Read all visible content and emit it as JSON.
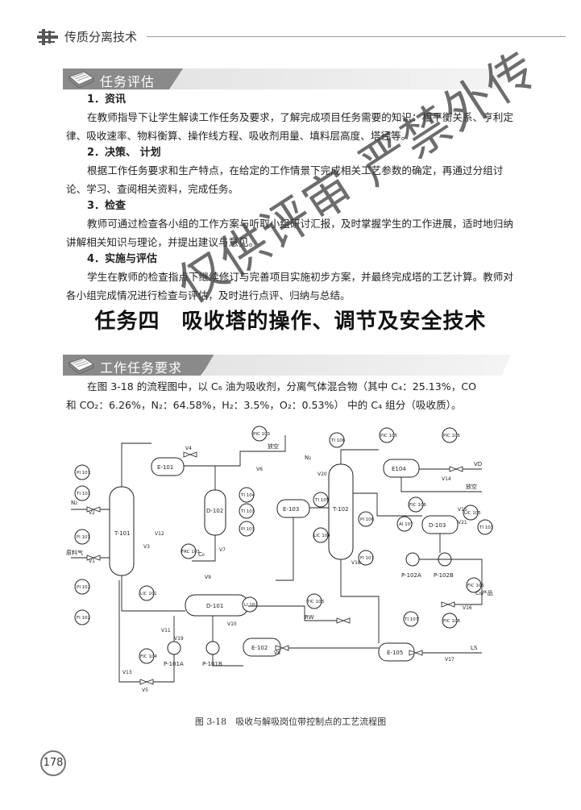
{
  "header": {
    "title": "传质分离技术"
  },
  "section1": {
    "title": "任务评估",
    "items": [
      {
        "heading": "1．资讯",
        "text": "在教师指导下让学生解读工作任务及要求，了解完成项目任务需要的知识：相平衡关系、亨利定律、吸收速率、物料衡算、操作线方程、吸收剂用量、填料层高度、塔径等。"
      },
      {
        "heading": "2．决策、 计划",
        "text": "根据工作任务要求和生产特点，在给定的工作情景下完成相关工艺参数的确定，再通过分组讨论、学习、查阅相关资料，完成任务。"
      },
      {
        "heading": "3．检查",
        "text": "教师可通过检查各小组的工作方案与听取小组研讨汇报，及时掌握学生的工作进展，适时地归纳讲解相关知识与理论，并提出建议与意见。"
      },
      {
        "heading": "4．实施与评估",
        "text": "学生在教师的检查指点下继续修订与完善项目实施初步方案，并最终完成塔的工艺计算。教师对各小组完成情况进行检查与评估，及时进行点评、归纳与总结。"
      }
    ]
  },
  "task": {
    "title": "任务四　吸收塔的操作、调节及安全技术"
  },
  "section2": {
    "title": "工作任务要求",
    "line1": "在图 3-18 的流程图中，以 C₆ 油为吸收剂，分离气体混合物（其中 C₄：25.13%，CO",
    "line2": "和 CO₂：6.26%，N₂：64.58%，H₂：3.5%，O₂：0.53%） 中的 C₄ 组分（吸收质）。"
  },
  "figure": {
    "caption": "图 3-18　吸收与解吸岗位带控制点的工艺流程图",
    "equipment": [
      "T-101",
      "E-101",
      "D-102",
      "D-101",
      "E-102",
      "P-101A",
      "P-101B",
      "E-103",
      "T-102",
      "E104",
      "D-103",
      "P-102A",
      "P-102B",
      "E-105"
    ],
    "instruments": [
      "PI 101",
      "TI 101",
      "FI 101",
      "PI 102",
      "FI 102",
      "LIC 101",
      "FIC 104",
      "PIC 103",
      "TI 104",
      "TI 103",
      "PI 103",
      "FRC 103",
      "LI 102",
      "TIC 103",
      "TI 106",
      "TI 105",
      "FIC 106",
      "LIC 104",
      "PI 106",
      "FI 107",
      "PIC 105",
      "TI 107",
      "AI 107",
      "FIC 105",
      "LIC 105",
      "TIC 107",
      "FIC 108",
      "TI 103"
    ],
    "streams": [
      "原料气",
      "N₂",
      "放空",
      "RW",
      "LS",
      "VD",
      "C₆",
      "C₆产品"
    ],
    "valves": [
      "V1",
      "V2",
      "V3",
      "V4",
      "V5",
      "V6",
      "V7",
      "V8",
      "V9",
      "V10",
      "V11",
      "V12",
      "V13",
      "V14",
      "V15",
      "V16",
      "V17",
      "V18",
      "V19",
      "V20",
      "V21"
    ]
  },
  "page_number": "178",
  "watermark": "仅供评审 严禁外传"
}
